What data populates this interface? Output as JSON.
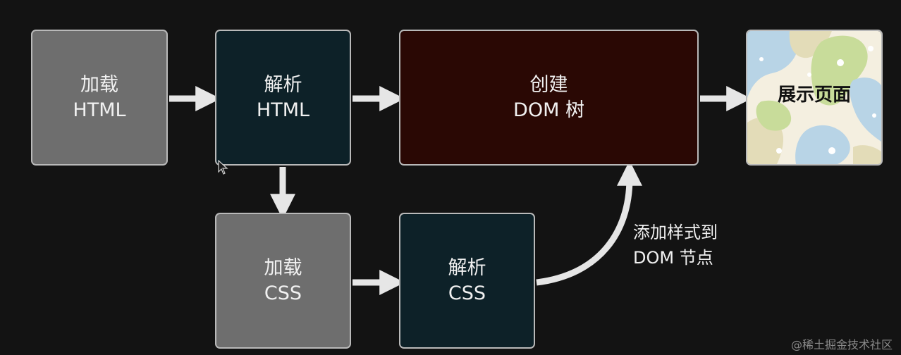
{
  "boxes": {
    "load_html": {
      "line1": "加载",
      "line2": "HTML"
    },
    "parse_html": {
      "line1": "解析",
      "line2": "HTML"
    },
    "create_dom": {
      "line1": "创建",
      "line2": "DOM 树"
    },
    "display_page": {
      "line1": "展示页面"
    },
    "load_css": {
      "line1": "加载",
      "line2": "CSS"
    },
    "parse_css": {
      "line1": "解析",
      "line2": "CSS"
    }
  },
  "annotation": {
    "line1": "添加样式到",
    "line2": "DOM 节点"
  },
  "watermark": "@稀土掘金技术社区",
  "colors": {
    "background": "#131313",
    "gray_box": "#6e6e6e",
    "teal_box": "#0d2128",
    "maroon_box": "#2a0804",
    "border": "#b9b9b9",
    "arrow": "#e6e6e6"
  }
}
